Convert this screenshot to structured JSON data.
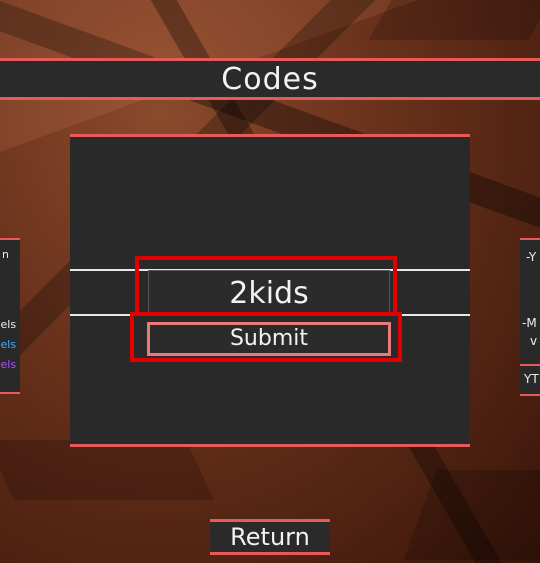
{
  "header": {
    "title": "Codes"
  },
  "code_input": {
    "value": "2kids"
  },
  "submit": {
    "label": "Submit"
  },
  "return": {
    "label": "Return"
  },
  "left_panel": {
    "lines": [
      "n",
      "vels",
      "vels",
      "vels"
    ]
  },
  "right_panel": {
    "lines": [
      "-Y",
      "-M",
      "v",
      "YT"
    ]
  },
  "colors": {
    "accent": "#e85a5a",
    "panel": "#292929",
    "highlight": "#e00000",
    "blue_text": "#4aa8ff",
    "purple_text": "#b04cff"
  }
}
